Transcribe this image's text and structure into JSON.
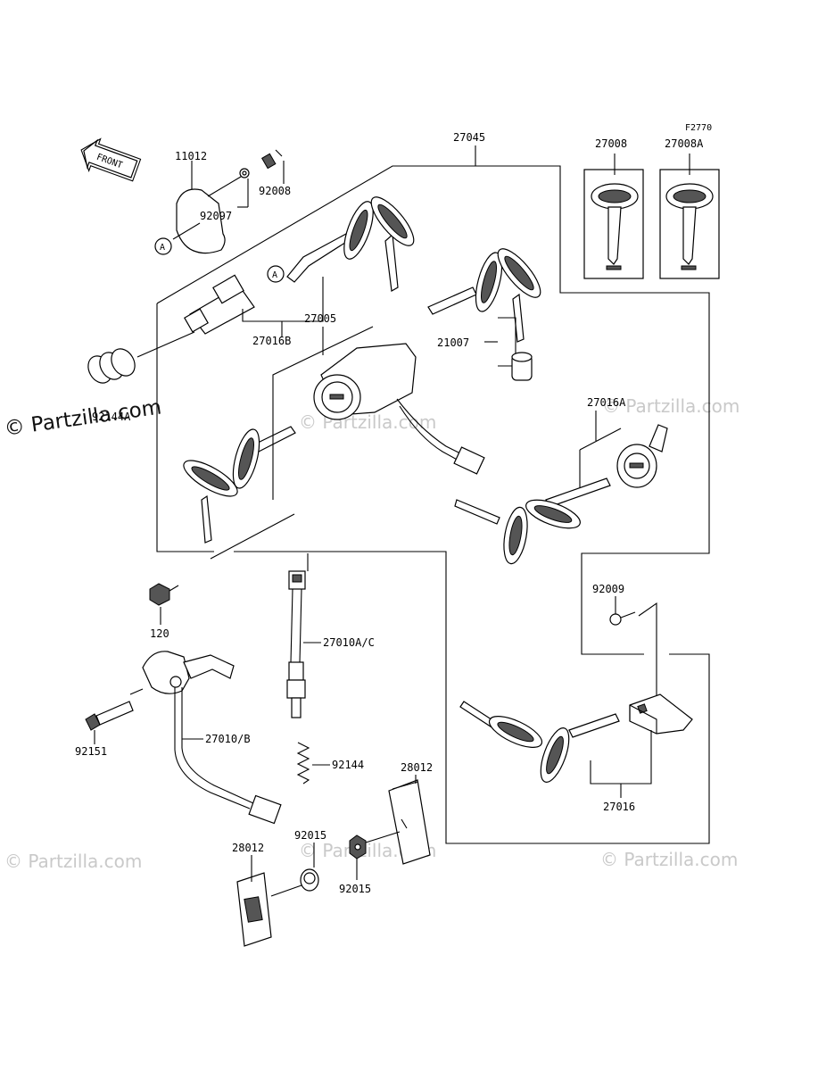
{
  "diagram_code": "F2770",
  "front_label": "FRONT",
  "ref_marker": "A",
  "watermarks": {
    "primary": "© Partzilla.com",
    "faded": "© Partzilla.com"
  },
  "parts": {
    "p27045": "27045",
    "p11012": "11012",
    "p92008": "92008",
    "p92097": "92097",
    "p27008": "27008",
    "p27008A": "27008A",
    "p27016B": "27016B",
    "p27005": "27005",
    "p21007": "21007",
    "p92144A": "92144A",
    "p27016A": "27016A",
    "p120": "120",
    "p27010AC": "27010A/C",
    "p92009": "92009",
    "p92151": "92151",
    "p27010B": "27010/B",
    "p92144": "92144",
    "p28012a": "28012",
    "p28012b": "28012",
    "p92015a": "92015",
    "p92015b": "92015",
    "p27016": "27016"
  }
}
